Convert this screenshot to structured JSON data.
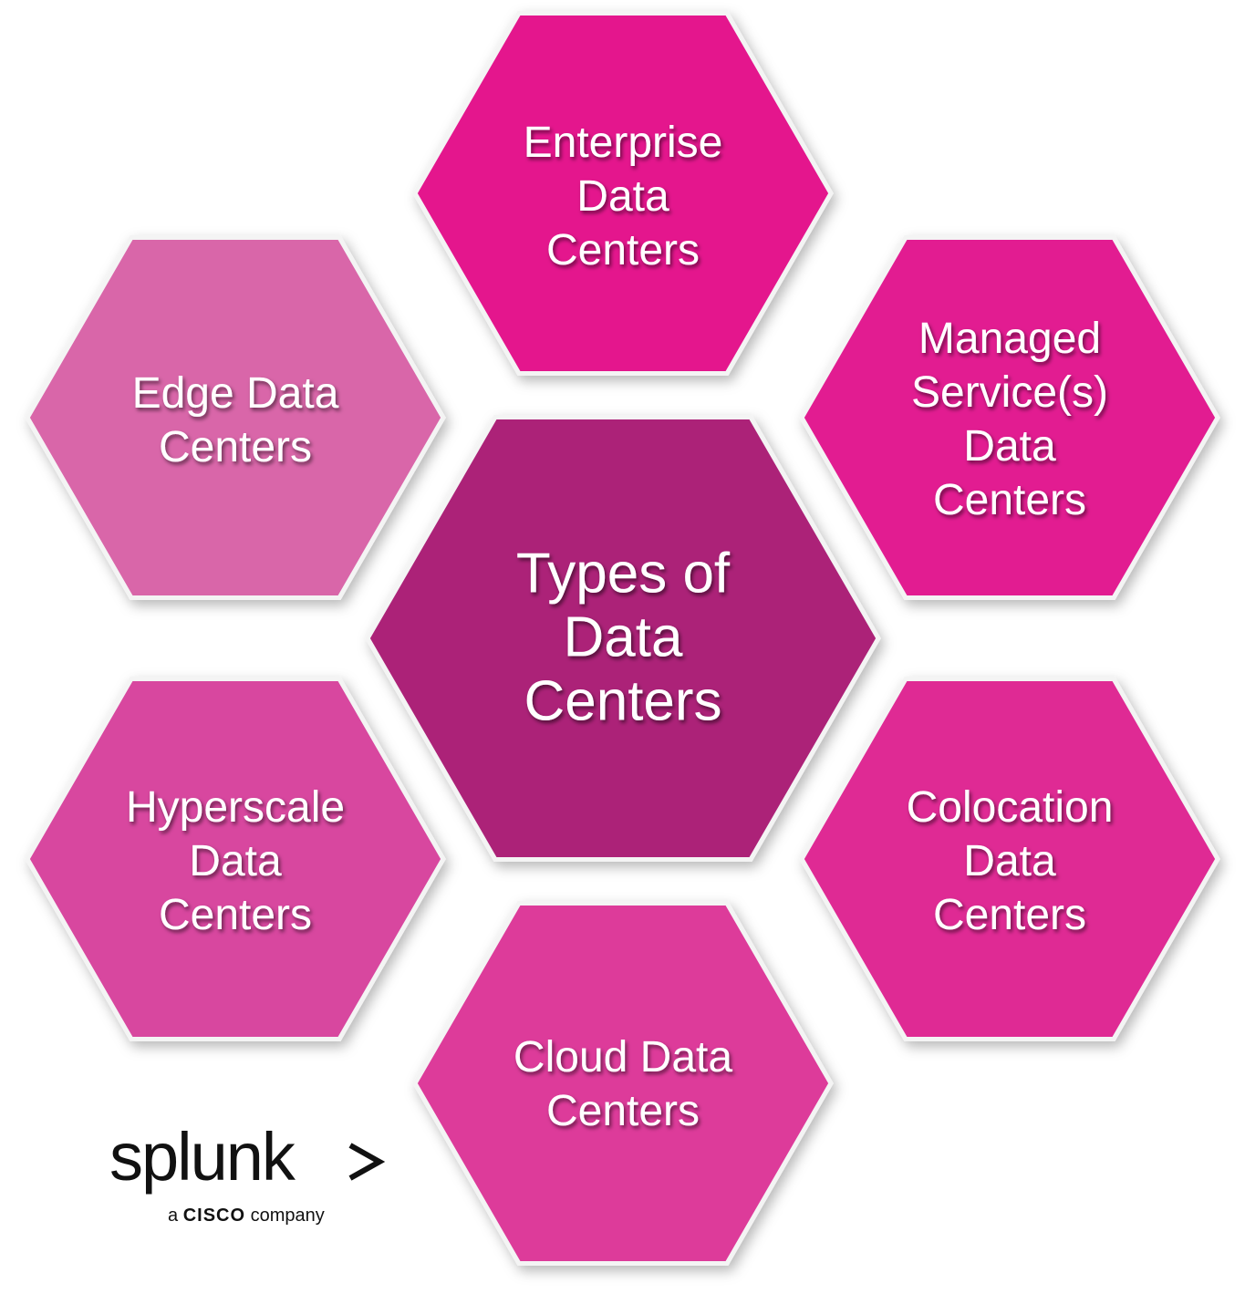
{
  "diagram": {
    "center": {
      "lines": [
        "Types of",
        "Data",
        "Centers"
      ],
      "color": "#ac2178"
    },
    "nodes": [
      {
        "id": "enterprise",
        "lines": [
          "Enterprise",
          "Data",
          "Centers"
        ],
        "color": "#e4138d"
      },
      {
        "id": "managed",
        "lines": [
          "Managed",
          "Service(s)",
          "Data",
          "Centers"
        ],
        "color": "#e21e91"
      },
      {
        "id": "colocation",
        "lines": [
          "Colocation",
          "Data",
          "Centers"
        ],
        "color": "#df2b94"
      },
      {
        "id": "cloud",
        "lines": [
          "Cloud Data",
          "Centers"
        ],
        "color": "#dd3b9a"
      },
      {
        "id": "hyperscale",
        "lines": [
          "Hyperscale",
          "Data",
          "Centers"
        ],
        "color": "#d8479f"
      },
      {
        "id": "edge",
        "lines": [
          "Edge Data",
          "Centers"
        ],
        "color": "#d966a9"
      }
    ],
    "stroke_color": "#f4f4f4"
  },
  "logo": {
    "word": "splunk",
    "chevron": ">",
    "tagline_prefix": "a",
    "tagline_brand": "CISCO",
    "tagline_suffix": "company",
    "color": "#111111"
  }
}
